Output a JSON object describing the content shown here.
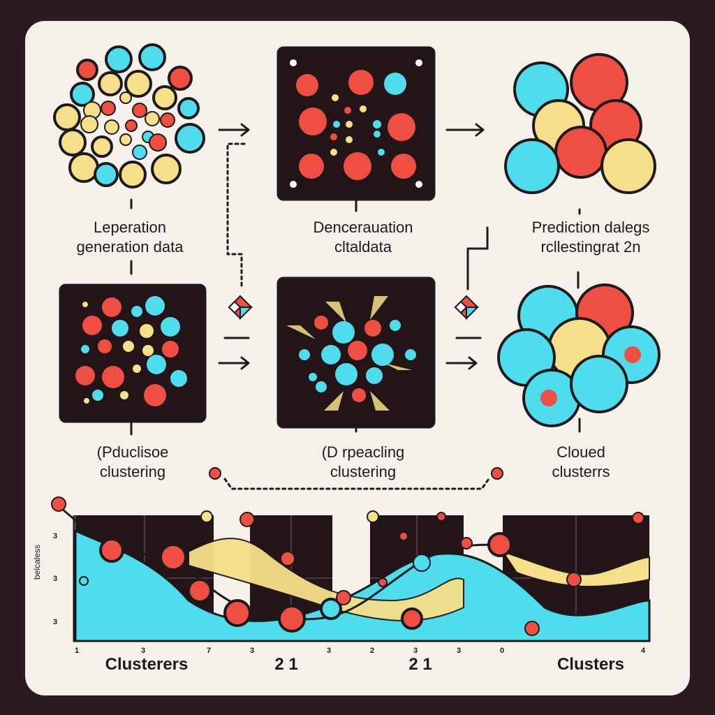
{
  "palette": {
    "red": "#ef4f43",
    "blue": "#4fdcec",
    "yellow": "#f6df8a",
    "dark": "#231517",
    "outline": "#1e1a1c",
    "card": "#f5f1ea",
    "frame": "#2a1a22"
  },
  "stages": {
    "top_left": {
      "line1": "Leperation",
      "line2": "generation data"
    },
    "top_mid": {
      "line1": "Dencerauation",
      "line2": "cltaldata"
    },
    "top_right": {
      "line1": "Prediction dalegs",
      "line2": "rcllestingrat 2n"
    },
    "mid_left": {
      "line1": "(Pduclisoe",
      "line2": "clustering"
    },
    "mid_mid": {
      "line1": "(D rpeacling",
      "line2": "clustering"
    },
    "mid_right": {
      "line1": "Cloued",
      "line2": "clusterrs"
    }
  },
  "bottom": {
    "y_axis_label": "belcaless",
    "y_ticks": [
      "3",
      "3",
      "3"
    ],
    "x_labels": [
      "Clusterers",
      "2 1",
      "2 1",
      "Clusters"
    ],
    "x_ticks": [
      "1",
      "3",
      "7",
      "3",
      "3",
      "2",
      "3",
      "3",
      "0",
      "4"
    ]
  }
}
